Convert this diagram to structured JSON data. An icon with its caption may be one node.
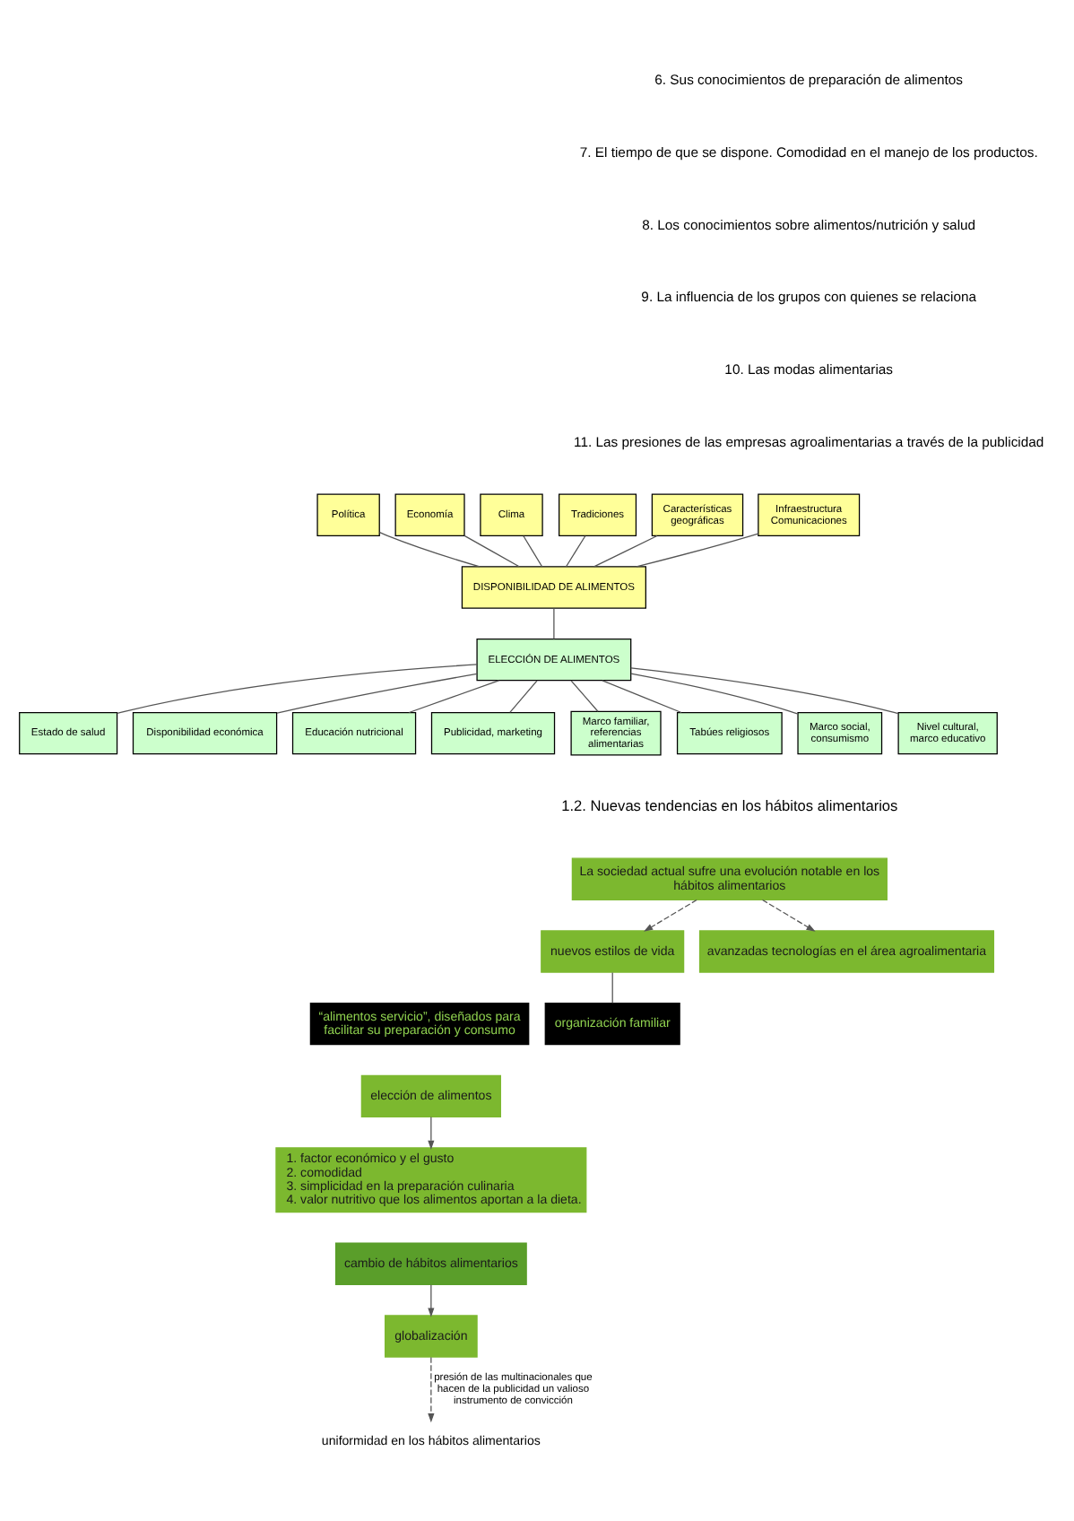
{
  "diagram": {
    "nodes": [
      {
        "text": [
          "Infraestructura Comunicaciones"
        ]
      },
      {
        "text": [
          "Política"
        ]
      },
      {
        "text": [
          "Economía"
        ]
      },
      {
        "text": [
          "Clima"
        ]
      },
      {
        "text": [
          "Tradiciones"
        ]
      },
      {
        "text": [
          "Características geográficas"
        ]
      },
      {
        "text": [
          "DISPONIBILIDAD DE ALIMENTOS"
        ]
      },
      {
        "text": [
          "Estado de salud"
        ]
      },
      {
        "text": [
          "ELECCIÓN DE ALIMENTOS"
        ]
      },
      {
        "text": [
          "Disponibilidad económica"
        ]
      },
      {
        "text": [
          "Educación nutricional"
        ]
      },
      {
        "text": [
          "Publicidad, marketing"
        ]
      },
      {
        "text": [
          "Marco familiar, referencias alimentarias"
        ]
      },
      {
        "text": [
          "Tabúes religiosos"
        ]
      },
      {
        "text": [
          "Marco social, consumismo"
        ]
      },
      {
        "text": [
          "Nivel cultural, marco educativo"
        ]
      },
      {
        "text": [
          "La sociedad actual sufre una evolución notable en los hábitos alimentarios"
        ]
      },
      {
        "text": [
          "nuevos estilos de vida"
        ]
      },
      {
        "text": [
          "avanzadas tecnologías en el área agroalimentaria"
        ]
      },
      {
        "text": [
          "organización familiar"
        ]
      },
      {
        "text": [
          "“alimentos servicio”, diseñados para facilitar su preparación y consumo"
        ]
      },
      {
        "text": [
          "elección de alimentos"
        ]
      },
      {
        "text": [
          "1. factor económico y el gusto",
          "2. comodidad",
          "3. simplicidad en la preparación culinaria",
          "4. valor nutritivo que los alimentos aportan a la dieta."
        ]
      },
      {
        "text": [
          "cambio de hábitos alimentarios"
        ]
      },
      {
        "text": [
          "globalización"
        ]
      },
      {
        "text": [
          "uniformidad en los hábitos alimentarios"
        ]
      }
    ],
    "edges": [
      {
        "from": 0,
        "to": 6,
        "arrow": "none"
      },
      {
        "from": 1,
        "to": 6,
        "arrow": "none"
      },
      {
        "from": 2,
        "to": 6,
        "arrow": "none"
      },
      {
        "from": 3,
        "to": 6,
        "arrow": "none"
      },
      {
        "from": 4,
        "to": 6,
        "arrow": "none"
      },
      {
        "from": 5,
        "to": 6,
        "arrow": "none"
      },
      {
        "from": 6,
        "to": 8,
        "arrow": "none"
      },
      {
        "from": 8,
        "to": 7,
        "arrow": "none"
      },
      {
        "from": 8,
        "to": 9,
        "arrow": "none"
      },
      {
        "from": 8,
        "to": 10,
        "arrow": "none"
      },
      {
        "from": 8,
        "to": 11,
        "arrow": "none"
      },
      {
        "from": 8,
        "to": 12,
        "arrow": "none"
      },
      {
        "from": 8,
        "to": 13,
        "arrow": "none"
      },
      {
        "from": 8,
        "to": 14,
        "arrow": "none"
      },
      {
        "from": 8,
        "to": 15,
        "arrow": "none"
      },
      {
        "from": 16,
        "to": 17,
        "arrow": "to",
        "style": "dashed"
      },
      {
        "from": 16,
        "to": 18,
        "arrow": "to",
        "style": "dashed"
      },
      {
        "from": 17,
        "to": 19,
        "arrow": "none"
      },
      {
        "from": 21,
        "to": 22,
        "arrow": "to"
      },
      {
        "from": 23,
        "to": 24,
        "arrow": "to"
      },
      {
        "from": 24,
        "to": 25,
        "arrow": "to",
        "style": "dashed",
        "label": "presión de las multinacionales que hacen de la publicidad un valioso instrumento de convicción"
      }
    ],
    "labels": [
      "6. Sus conocimientos de preparación de alimentos",
      "7. El tiempo de que se dispone. Comodidad en el manejo de los productos.",
      "8. Los conocimientos sobre alimentos/nutrición y salud",
      "9. La influencia de los grupos con quienes se relaciona",
      "10. Las modas alimentarias",
      "11. Las presiones de las empresas agroalimentarias a través de la publicidad",
      "1.2. Nuevas tendencias en los hábitos alimentarios"
    ]
  }
}
